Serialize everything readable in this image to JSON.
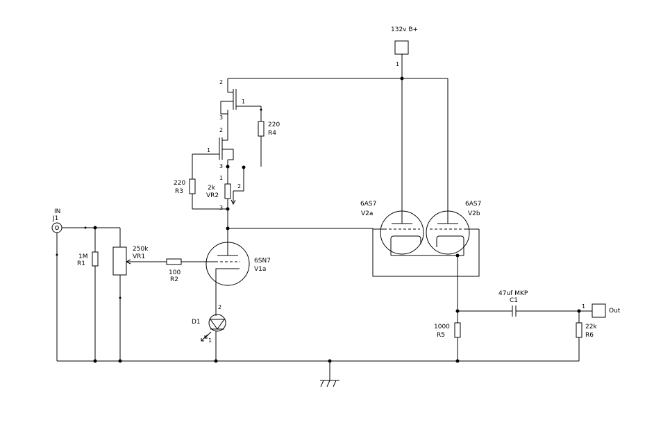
{
  "power": {
    "label": "132v B+",
    "pin": "1"
  },
  "input": {
    "name": "IN",
    "ref": "J1"
  },
  "output": {
    "label": "Out",
    "pin": "1"
  },
  "components": {
    "R1": {
      "value": "1M",
      "ref": "R1"
    },
    "VR1": {
      "value": "250k",
      "ref": "VR1"
    },
    "R2": {
      "value": "100",
      "ref": "R2"
    },
    "R3": {
      "value": "220",
      "ref": "R3"
    },
    "R4": {
      "value": "220",
      "ref": "R4"
    },
    "VR2": {
      "value": "2k",
      "ref": "VR2"
    },
    "V1a": {
      "type": "6SN7",
      "ref": "V1a"
    },
    "V2a": {
      "type": "6AS7",
      "ref": "V2a"
    },
    "V2b": {
      "type": "6AS7",
      "ref": "V2b"
    },
    "D1": {
      "ref": "D1"
    },
    "R5": {
      "value": "1000",
      "ref": "R5"
    },
    "R6": {
      "value": "22k",
      "ref": "R6"
    },
    "C1": {
      "value": "47uf MKP",
      "ref": "C1"
    }
  },
  "pins": {
    "q1_top": "2",
    "q1_gate": "1",
    "q1_bottom": "3",
    "q2_top": "2",
    "q2_gate": "1",
    "q2_bottom": "3",
    "vr2_top": "1",
    "vr2_wiper": "2",
    "vr2_bottom": "3",
    "d1_top": "2",
    "d1_bottom": "1"
  }
}
